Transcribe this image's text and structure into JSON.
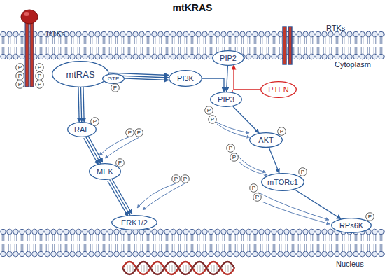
{
  "diagram": {
    "title": "mtKRAS",
    "nodes": [
      {
        "text": [
          "mtRAS"
        ]
      },
      {
        "text": [
          "GTP"
        ],
        "in": 0
      },
      {
        "text": [
          "P"
        ],
        "in": 0
      },
      {
        "text": [
          "PI3K"
        ]
      },
      {
        "text": [
          "PIP2"
        ]
      },
      {
        "text": [
          "PTEN"
        ]
      },
      {
        "text": [
          "PIP3"
        ]
      },
      {
        "text": [
          "RAF"
        ]
      },
      {
        "text": [
          "P"
        ],
        "in": 7
      },
      {
        "text": [
          "AKT"
        ]
      },
      {
        "text": [
          "P"
        ],
        "in": 9
      },
      {
        "text": [
          "MEK"
        ]
      },
      {
        "text": [
          "P"
        ],
        "in": 11
      },
      {
        "text": [
          "mTORc1"
        ]
      },
      {
        "text": [
          "P"
        ],
        "in": 13
      },
      {
        "text": [
          "ERK1/2"
        ]
      },
      {
        "text": [
          "RPs6K"
        ]
      },
      {
        "text": [
          "P"
        ],
        "in": 16
      },
      {
        "text": [
          "P"
        ]
      },
      {
        "text": [
          "P"
        ]
      },
      {
        "text": [
          "P"
        ]
      },
      {
        "text": [
          "P"
        ]
      },
      {
        "text": [
          "P"
        ]
      },
      {
        "text": [
          "P"
        ]
      },
      {
        "text": [
          "P"
        ]
      },
      {
        "text": [
          "P"
        ]
      },
      {
        "text": [
          "P"
        ]
      },
      {
        "text": [
          "P"
        ]
      },
      {
        "text": [
          "P"
        ]
      },
      {
        "text": [
          "P"
        ]
      },
      {
        "text": [
          "P"
        ]
      },
      {
        "text": [
          "P"
        ]
      },
      {
        "text": [
          "P"
        ]
      },
      {
        "text": [
          "P"
        ]
      }
    ],
    "edges": [
      {
        "from": 0,
        "to": 3,
        "arrow": "to"
      },
      {
        "from": 3,
        "to": 6,
        "arrow": "to"
      },
      {
        "from": 4,
        "to": 6,
        "arrow": "to"
      },
      {
        "from": 5,
        "to": 4,
        "arrow": "to"
      },
      {
        "from": 6,
        "to": 9,
        "arrow": "to"
      },
      {
        "from": 9,
        "to": 13,
        "arrow": "to"
      },
      {
        "from": 13,
        "to": 16,
        "arrow": "to"
      },
      {
        "from": 0,
        "to": 7,
        "arrow": "to"
      },
      {
        "from": 7,
        "to": 11,
        "arrow": "to"
      },
      {
        "from": 11,
        "to": 15,
        "arrow": "to"
      }
    ],
    "labels": [
      "RTKs",
      "RTKs",
      "Cytoplasm",
      "Nucleus"
    ]
  }
}
